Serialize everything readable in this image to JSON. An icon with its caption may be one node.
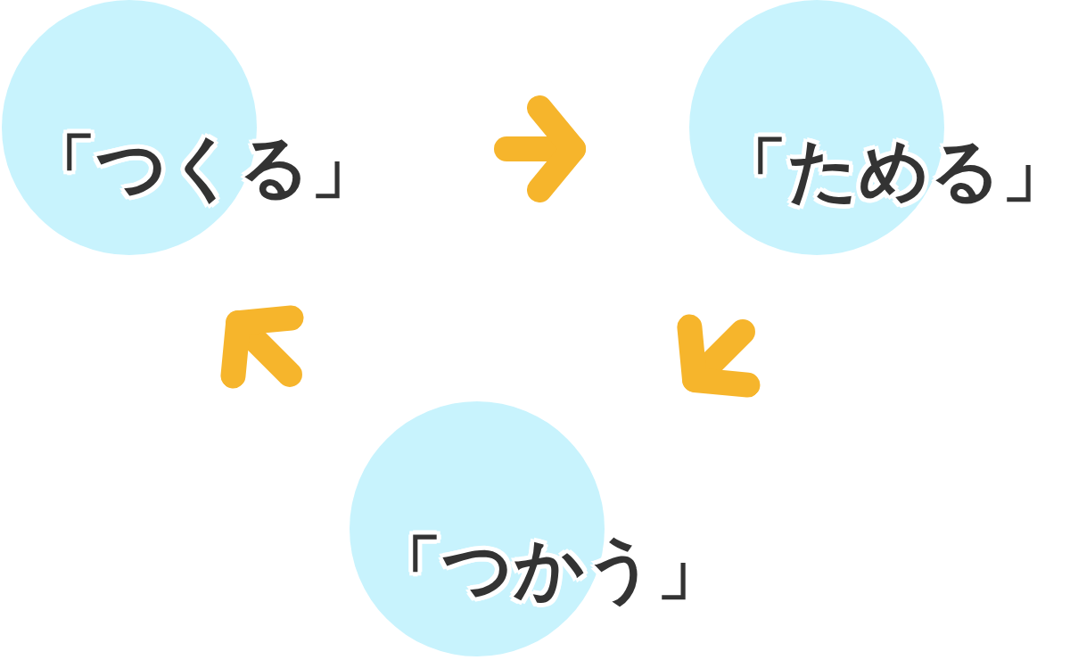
{
  "diagram": {
    "nodes": [
      {
        "text": [
          "「つくる」"
        ]
      },
      {
        "text": [
          "「ためる」"
        ]
      },
      {
        "text": [
          "「つかう」"
        ]
      }
    ],
    "edges": [
      {
        "from": 0,
        "to": 1,
        "arrow": "to"
      },
      {
        "from": 1,
        "to": 2,
        "arrow": "to"
      },
      {
        "from": 2,
        "to": 0,
        "arrow": "to"
      }
    ]
  }
}
